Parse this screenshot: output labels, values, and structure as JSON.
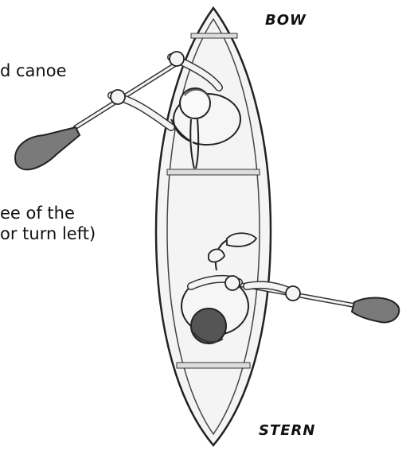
{
  "labels": {
    "bow": "BOW",
    "stern": "STERN"
  },
  "captions": {
    "line1": "d canoe",
    "line2a": "ee of the",
    "line2b": "or turn left)"
  },
  "colors": {
    "outline": "#222222",
    "hull_fill": "#f4f4f4",
    "paddle_blade": "#7a7a7a",
    "hair": "#555555"
  }
}
